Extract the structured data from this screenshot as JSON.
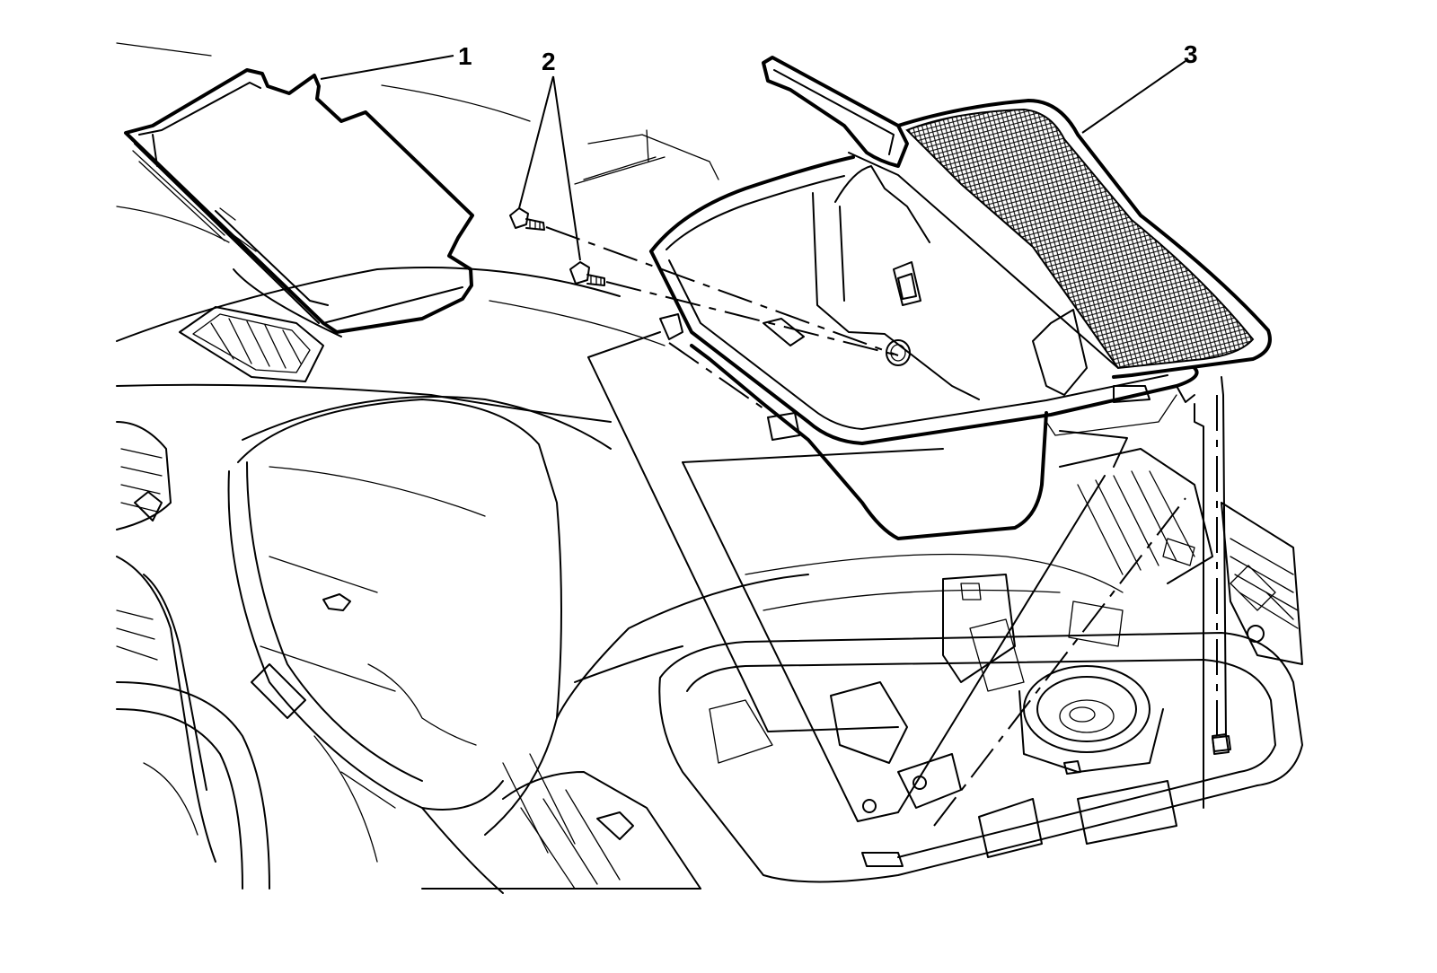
{
  "callouts": [
    {
      "number": "1",
      "part": "panel"
    },
    {
      "number": "2",
      "part": "fasteners"
    },
    {
      "number": "3",
      "part": "compartment-assembly"
    }
  ]
}
